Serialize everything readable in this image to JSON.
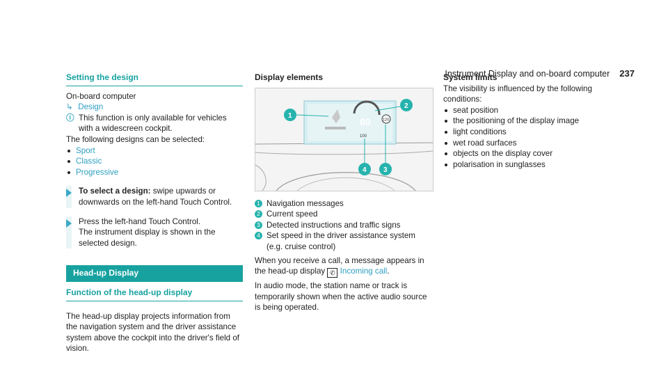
{
  "header": {
    "title": "Instrument Display and on-board computer",
    "page": "237"
  },
  "col1": {
    "heading": "Setting the design",
    "breadcrumb_root": "On-board computer",
    "breadcrumb_arrow": "↳",
    "breadcrumb_item": "Design",
    "note_icon": "ⓘ",
    "note": "This function is only available for vehicles with a widescreen cockpit.",
    "intro": "The following designs can be selected:",
    "designs": [
      "Sport",
      "Classic",
      "Progressive"
    ],
    "step1_bold": "To select a design:",
    "step1_text": " swipe upwards or downwards on the left-hand Touch Control.",
    "step2_line1": "Press the left-hand Touch Control.",
    "step2_line2": "The instrument display is shown in the selected design.",
    "section_banner": "Head-up Display",
    "subheading": "Function of the head-up display",
    "body": "The head-up display projects information from the navigation system and the driver assistance system above the cockpit into the driver's field of vision."
  },
  "col2": {
    "heading": "Display elements",
    "figure": {
      "speed": "80",
      "speed_limit": "120",
      "set_speed": "100"
    },
    "callouts": [
      "1",
      "2",
      "3",
      "4"
    ],
    "items": [
      {
        "num": "1",
        "text": "Navigation messages"
      },
      {
        "num": "2",
        "text": "Current speed"
      },
      {
        "num": "3",
        "text": "Detected instructions and traffic signs"
      },
      {
        "num": "4",
        "text": "Set speed in the driver assistance system (e.g. cruise control)"
      }
    ],
    "para1_a": "When you receive a call, a message appears in the head-up display",
    "para1_link": "Incoming call",
    "para1_end": ".",
    "para2": "In audio mode, the station name or track is temporarily shown when the active audio source is being operated."
  },
  "col3": {
    "heading": "System limits",
    "intro": "The visibility is influenced by the following conditions:",
    "items": [
      "seat position",
      "the positioning of the display image",
      "light conditions",
      "wet road surfaces",
      "objects on the display cover",
      "polarisation in sunglasses"
    ]
  },
  "colors": {
    "teal": "#17a2a0",
    "link": "#2e9fc0"
  }
}
